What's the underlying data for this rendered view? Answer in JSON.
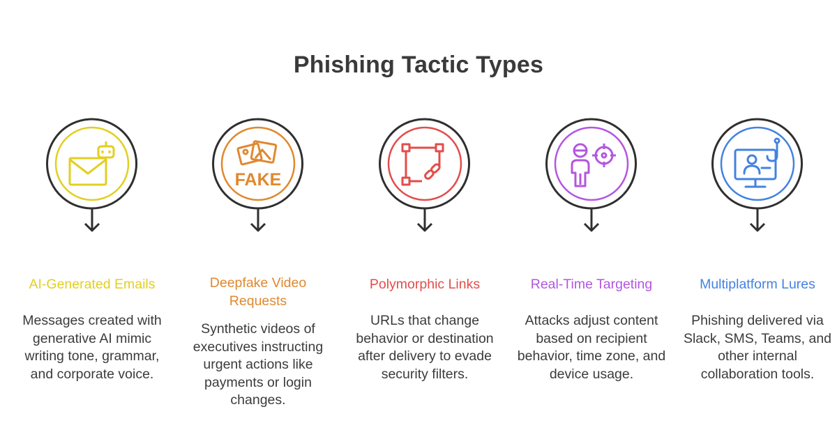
{
  "title": "Phishing Tactic Types",
  "colors": {
    "ring": "#2f2f2f",
    "text": "#3b3b3b"
  },
  "tactics": [
    {
      "label": "AI-Generated Emails",
      "description": "Messages created with generative AI mimic writing tone, grammar, and corporate voice.",
      "color": "#e2cf21",
      "icon": "robot-email-icon"
    },
    {
      "label": "Deepfake Video Requests",
      "description": "Synthetic videos of executives instructing urgent actions like payments or login changes.",
      "color": "#e0882e",
      "icon": "fake-image-icon",
      "icon_text": "FAKE"
    },
    {
      "label": "Polymorphic Links",
      "description": "URLs that change behavior or destination after delivery to evade security filters.",
      "color": "#e24d4a",
      "icon": "link-transform-icon"
    },
    {
      "label": "Real-Time Targeting",
      "description": "Attacks adjust content based on recipient behavior, time zone, and device usage.",
      "color": "#b356e0",
      "icon": "person-target-icon"
    },
    {
      "label": "Multiplatform Lures",
      "description": "Phishing delivered via Slack, SMS, Teams, and other internal collaboration tools.",
      "color": "#4382e0",
      "icon": "monitor-hook-icon"
    }
  ]
}
